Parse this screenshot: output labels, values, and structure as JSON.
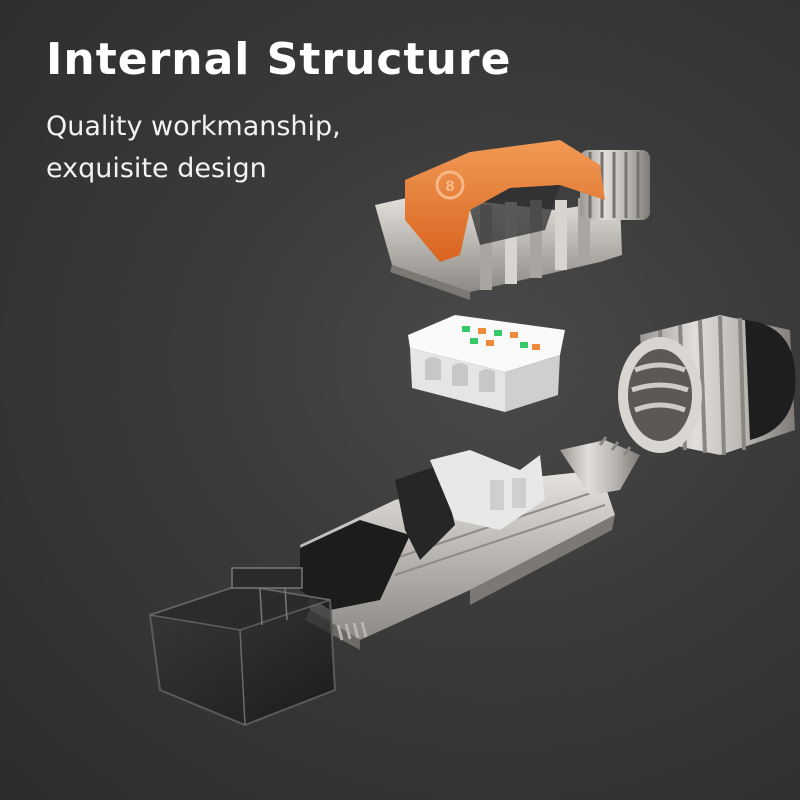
{
  "heading": {
    "title": "Internal Structure",
    "subtitle_line1": "Quality workmanship,",
    "subtitle_line2": "exquisite design"
  },
  "colors": {
    "background": "#3a3a3a",
    "accent_orange": "#e9782f",
    "metal": "#c8c5c0",
    "loadbar_white": "#f4f4f4",
    "pin_green": "#37c86a",
    "pin_orange": "#ee8a3c",
    "clear_boot": "#1a1a1a"
  },
  "icons": {
    "cover_logo": "circle-logo-icon"
  }
}
